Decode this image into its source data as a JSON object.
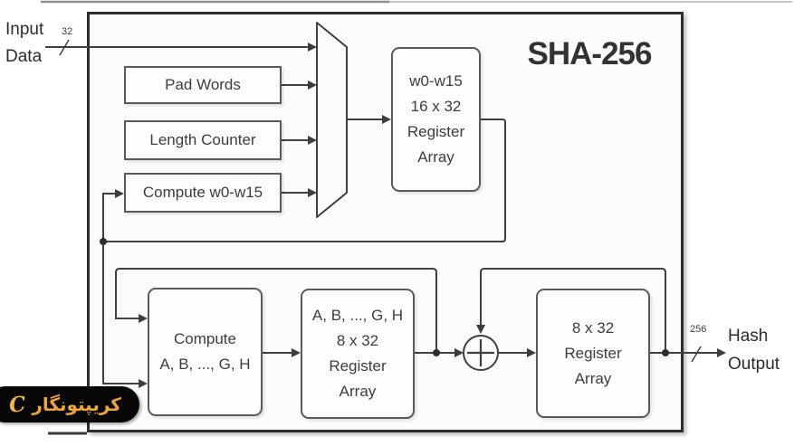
{
  "title": "SHA-256",
  "io": {
    "input_label": "Input\nData",
    "input_bus": "32",
    "output_label": "Hash\nOutput",
    "output_bus": "256"
  },
  "blocks": {
    "pad_words": "Pad Words",
    "length_counter": "Length Counter",
    "compute_w": "Compute w0-w15",
    "w_register": "w0-w15\n16 x 32\nRegister\nArray",
    "compute_ah": "Compute\nA, B, ..., G, H",
    "ah_register": "A, B, ..., G, H\n8 x 32\nRegister\nArray",
    "hash_register": "8 x 32\nRegister\nArray"
  },
  "icons": {
    "mux": "multiplexer-trapezoid",
    "adder": "plus-in-circle",
    "bus_slash": "/"
  },
  "watermark": {
    "text": "کریپتونگار",
    "logo": "C"
  },
  "colors": {
    "line": "#404040",
    "box_border": "#5a5a5a",
    "text": "#3d3d3d",
    "title": "#333333",
    "watermark_text": "#eda53d",
    "watermark_bg": "#070707"
  }
}
